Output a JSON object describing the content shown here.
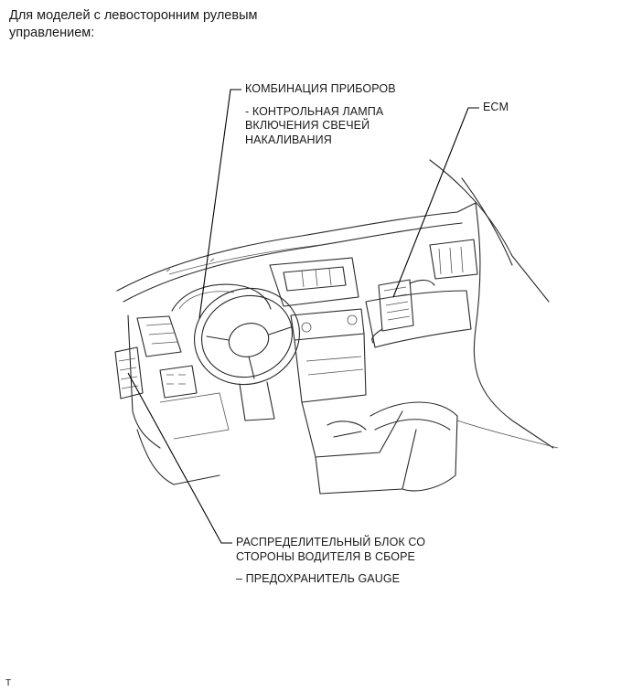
{
  "header": {
    "line1": "Для моделей с левосторонним рулевым",
    "line2": "управлением:"
  },
  "labels": {
    "combination_meter": {
      "title": "КОМБИНАЦИЯ ПРИБОРОВ",
      "sub1": "- КОНТРОЛЬНАЯ ЛАМПА",
      "sub2": "ВКЛЮЧЕНИЯ СВЕЧЕЙ",
      "sub3": "НАКАЛИВАНИЯ"
    },
    "ecm": {
      "title": "ECM"
    },
    "junction_block": {
      "title1": "РАСПРЕДЕЛИТЕЛЬНЫЙ БЛОК СО",
      "title2": "СТОРОНЫ ВОДИТЕЛЯ В СБОРЕ",
      "sub": "– ПРЕДОХРАНИТЕЛЬ GAUGE"
    }
  },
  "corner_mark": "T"
}
